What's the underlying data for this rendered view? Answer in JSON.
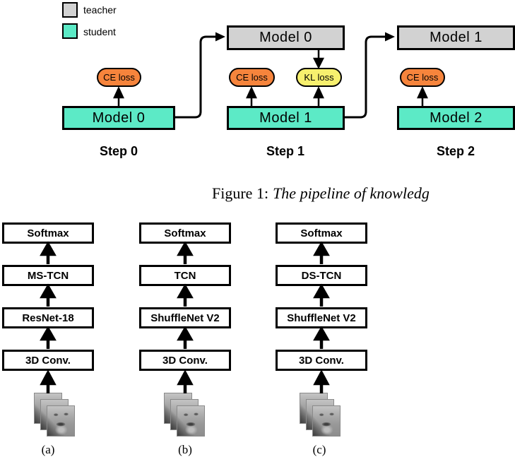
{
  "colors": {
    "teacher": "#d2d2d2",
    "student": "#5ceac6",
    "ce_loss": "#f6843c",
    "kl_loss": "#f7f06e"
  },
  "legend": {
    "items": [
      {
        "label": "teacher"
      },
      {
        "label": "student"
      }
    ]
  },
  "pipeline": {
    "steps": [
      {
        "name": "Step 0",
        "student_model": "Model 0",
        "ce_loss": "CE loss"
      },
      {
        "name": "Step 1",
        "teacher_model": "Model 0",
        "student_model": "Model 1",
        "ce_loss": "CE loss",
        "kl_loss": "KL loss"
      },
      {
        "name": "Step 2",
        "teacher_model": "Model 1",
        "student_model": "Model 2",
        "ce_loss": "CE loss"
      }
    ]
  },
  "caption": {
    "prefix": "Figure 1:",
    "italic_text": "The pipeline of knowledg"
  },
  "architectures": {
    "columns": [
      {
        "label": "(a)",
        "layers": [
          "Softmax",
          "MS-TCN",
          "ResNet-18",
          "3D Conv."
        ]
      },
      {
        "label": "(b)",
        "layers": [
          "Softmax",
          "TCN",
          "ShuffleNet V2",
          "3D Conv."
        ]
      },
      {
        "label": "(c)",
        "layers": [
          "Softmax",
          "DS-TCN",
          "ShuffleNet V2",
          "3D Conv."
        ]
      }
    ]
  }
}
